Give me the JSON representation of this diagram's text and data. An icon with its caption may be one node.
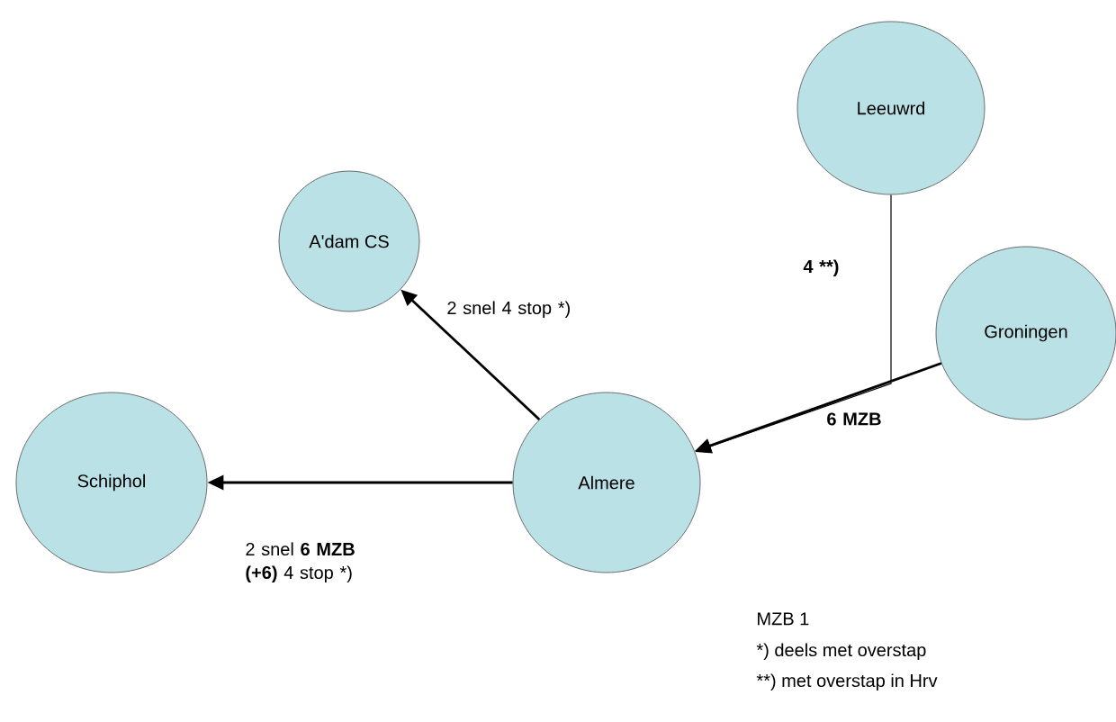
{
  "diagram": {
    "nodes": [
      {
        "text": [
          "Leeuwrd"
        ]
      },
      {
        "text": [
          "A'dam CS"
        ]
      },
      {
        "text": [
          "Groningen"
        ]
      },
      {
        "text": [
          "Schiphol"
        ]
      },
      {
        "text": [
          "Almere"
        ]
      }
    ],
    "edges": [
      {
        "from": 4,
        "to": 1,
        "arrow": "to",
        "label": "2 snel 4 stop *)"
      },
      {
        "from": 4,
        "to": 3,
        "arrow": "to",
        "label": "2 snel **6 MZB (+6)** 4 stop *)"
      },
      {
        "from": 2,
        "to": 4,
        "arrow": "to",
        "label": "6 MZB"
      },
      {
        "from": 0,
        "to": 4,
        "arrow": "to",
        "label": "4 **)"
      }
    ],
    "labels": [
      "MZB 1",
      "*) deels met overstap",
      "**) met overstap in Hrv"
    ]
  }
}
